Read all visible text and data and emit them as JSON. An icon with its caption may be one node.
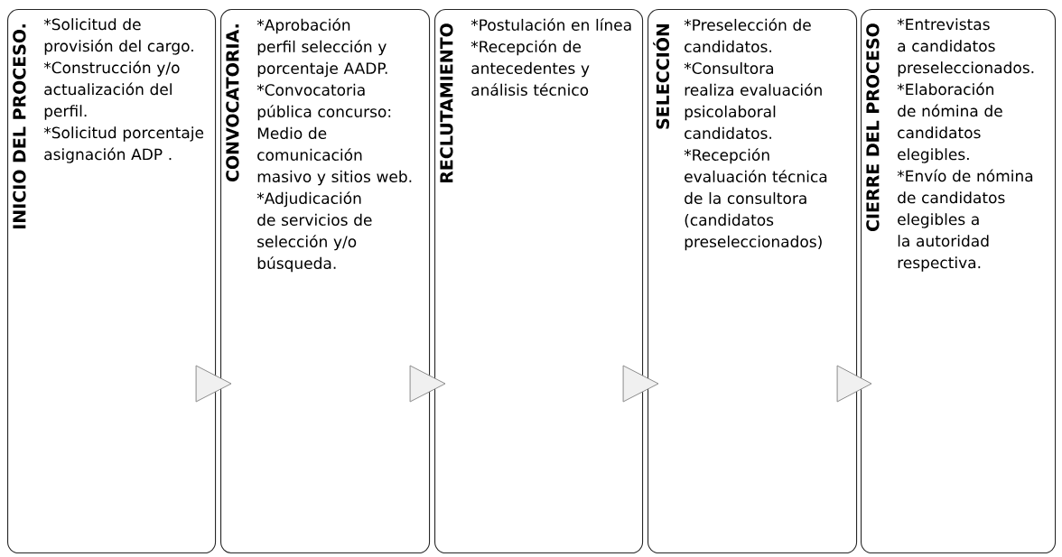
{
  "diagram": {
    "nodes": [
      {
        "text": [
          "INICIO DEL PROCESO.",
          "*Solicitud de provisión del cargo.",
          "*Construcción y/o actualización del perfil.",
          "*Solicitud porcentaje asignación ADP ."
        ]
      },
      {
        "text": [
          "CONVOCATORIA.",
          "*Aprobación perfil selección y porcentaje AADP.",
          "*Convocatoria pública concurso: Medio de comunicación masivo y sitios web.",
          "*Adjudicación de servicios de selección y/o búsqueda."
        ]
      },
      {
        "text": [
          "RECLUTAMIENTO",
          "*Postulación en línea",
          "*Recepción de antecedentes y análisis técnico"
        ]
      },
      {
        "text": [
          "SELECCIÓN",
          "*Preselección de candidatos.",
          "*Consultora realiza evaluación psicolaboral candidatos.",
          "*Recepción evaluación técnica de la consultora (candidatos preseleccionados)"
        ]
      },
      {
        "text": [
          "CIERRE DEL PROCESO",
          "*Entrevistas a candidatos preseleccionados.",
          "*Elaboración de nómina de candidatos elegibles.",
          "*Envío de nómina de candidatos elegibles a la autoridad respectiva."
        ]
      }
    ],
    "edges": [
      {
        "from": 0,
        "to": 1,
        "arrow": "to"
      },
      {
        "from": 1,
        "to": 2,
        "arrow": "to"
      },
      {
        "from": 2,
        "to": 3,
        "arrow": "to"
      },
      {
        "from": 3,
        "to": 4,
        "arrow": "to"
      }
    ]
  }
}
